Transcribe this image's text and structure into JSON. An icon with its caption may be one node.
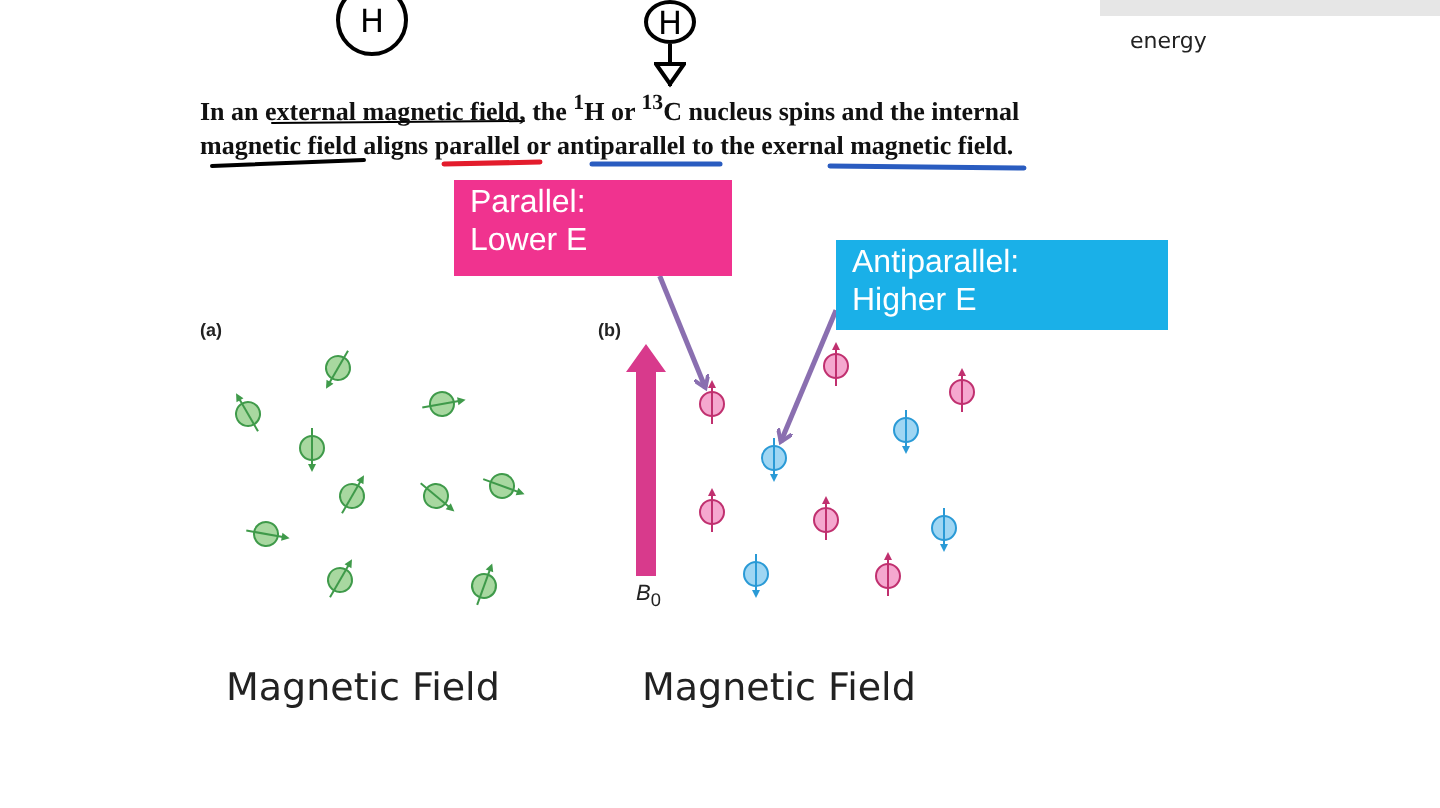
{
  "diagram": {
    "nodes": [
      {
        "text": [
          "H"
        ]
      },
      {
        "text": [
          "H"
        ]
      },
      {
        "text": [
          "Parallel: Lower E"
        ]
      },
      {
        "text": [
          "Antiparallel: Higher E"
        ]
      },
      {
        "text": [],
        "shape": "circle"
      },
      {
        "text": [],
        "shape": "circle"
      },
      {
        "text": [
          "In an external magnetic field, the $^{1}$H or $^{13}$C nucleus spins and the internal magnetic field aligns parallel or antiparallel to the exernal magnetic field."
        ]
      }
    ],
    "edges": [
      {
        "from": 1,
        "to": 6,
        "arrow": "to",
        "color": "#000000"
      },
      {
        "from": 2,
        "to": 4,
        "arrow": "to"
      },
      {
        "from": 3,
        "to": 5,
        "arrow": "to"
      }
    ],
    "labels": [
      "energy",
      "(a)",
      "(b)",
      "*B*$_{0}$",
      "Magnetic Field",
      "Magnetic Field"
    ]
  }
}
